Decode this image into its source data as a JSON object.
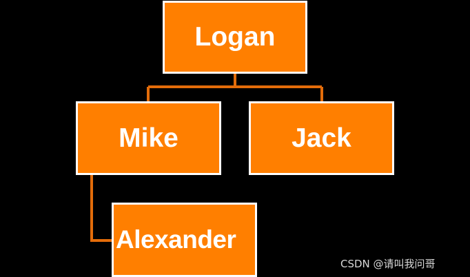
{
  "diagram": {
    "type": "org-chart",
    "nodes": [
      {
        "id": "logan",
        "label": "Logan"
      },
      {
        "id": "mike",
        "label": "Mike"
      },
      {
        "id": "jack",
        "label": "Jack"
      },
      {
        "id": "alexander",
        "label": "Alexander"
      }
    ],
    "edges": [
      {
        "from": "logan",
        "to": "mike"
      },
      {
        "from": "logan",
        "to": "jack"
      },
      {
        "from": "mike",
        "to": "alexander"
      }
    ],
    "colors": {
      "background": "#000000",
      "node_fill": "#FF7F00",
      "node_border": "#FFFFFF",
      "connector": "#E36C0A",
      "text": "#FFFFFF"
    }
  },
  "watermark": "CSDN @请叫我问哥"
}
